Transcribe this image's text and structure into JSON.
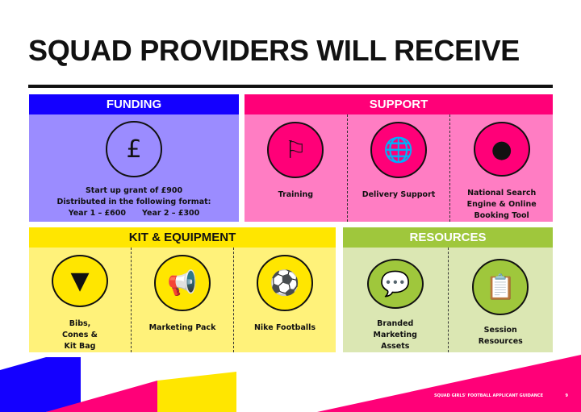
{
  "title": "SQUAD PROVIDERS WILL RECEIVE",
  "colors": {
    "funding": "#1400ff",
    "funding_bg": "#9b8cff",
    "support": "#ff0078",
    "support_bg": "#ff7dc3",
    "kit": "#ffe600",
    "kit_bg": "#fff27a",
    "resources": "#9fc73c",
    "resources_bg": "#dbe7b3"
  },
  "funding": {
    "heading": "FUNDING",
    "icon": "piggy-bank-pound-icon",
    "line1": "Start up grant of £900",
    "line2": "Distributed in the following format:",
    "year1": "Year 1 – £600",
    "year2": "Year 2 – £300"
  },
  "support": {
    "heading": "SUPPORT",
    "items": [
      {
        "label": "Training",
        "icon": "whistle-icon"
      },
      {
        "label": "Delivery Support",
        "icon": "globe-search-icon"
      },
      {
        "label": "National Search Engine & Online Booking Tool",
        "icon": "person-hand-icon"
      }
    ]
  },
  "kit": {
    "heading": "KIT & EQUIPMENT",
    "items": [
      {
        "label": "Bibs, Cones & Kit Bag",
        "icon": "bib-icon"
      },
      {
        "label": "Marketing Pack",
        "icon": "megaphone-icon"
      },
      {
        "label": "Nike Footballs",
        "icon": "football-icon"
      }
    ]
  },
  "resources": {
    "heading": "RESOURCES",
    "items": [
      {
        "label": "Branded Marketing Assets",
        "icon": "chat-like-icon"
      },
      {
        "label": "Session Resources",
        "icon": "tactics-board-icon"
      }
    ]
  },
  "footer": {
    "text": "SQUAD GIRLS' FOOTBALL APPLICANT GUIDANCE",
    "page": "9"
  }
}
